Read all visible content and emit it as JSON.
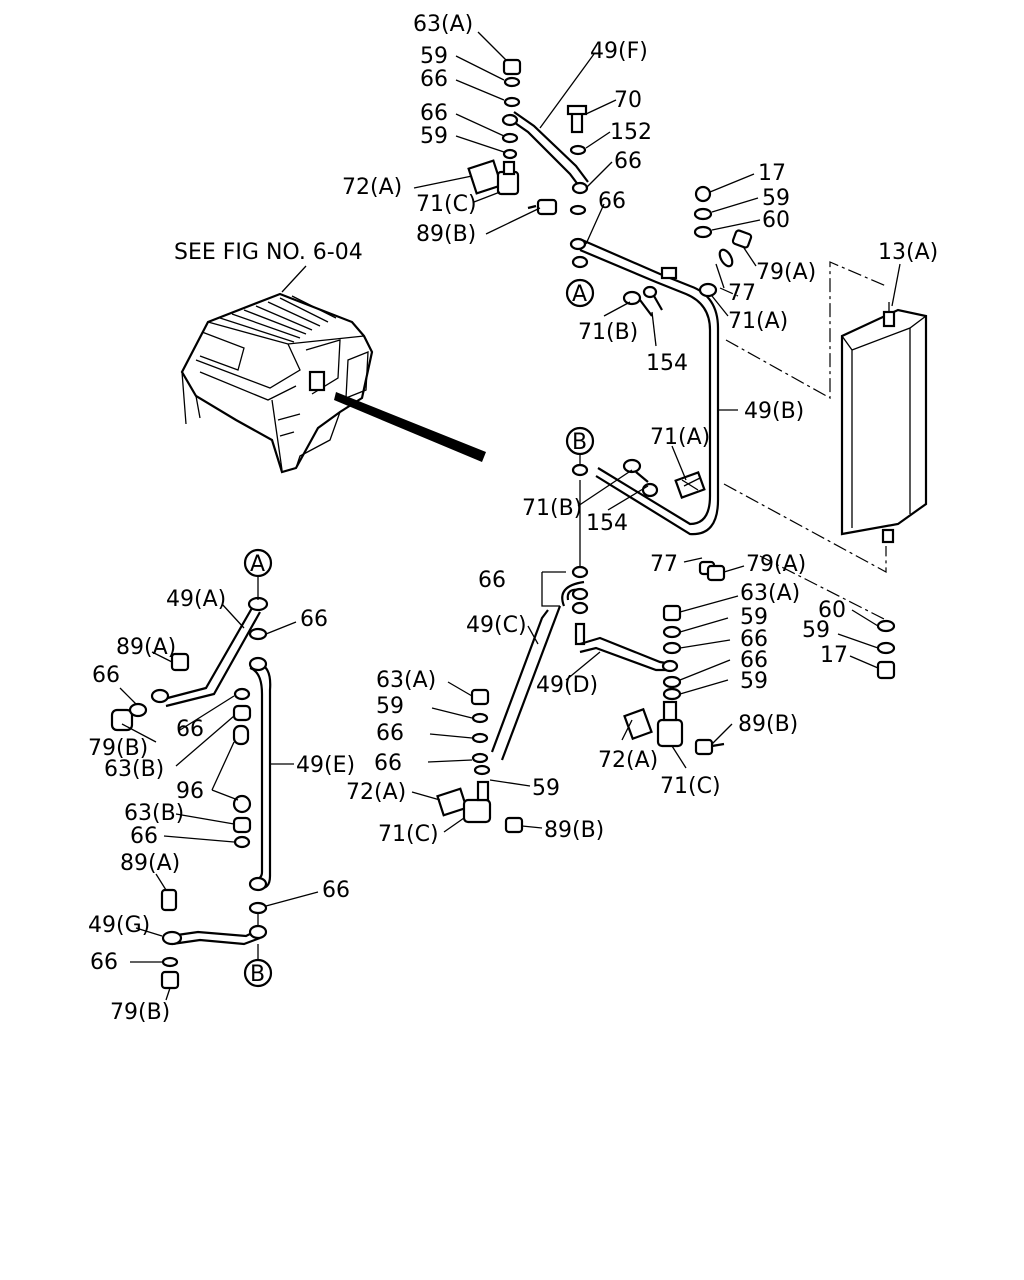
{
  "reference_note": "SEE FIG NO. 6-04",
  "circle_refs": {
    "a": "A",
    "b": "B"
  },
  "labels": {
    "p63a_1": "63(A)",
    "p59_1": "59",
    "p66_1": "66",
    "p66_2": "66",
    "p59_2": "59",
    "p72a_1": "72(A)",
    "p71c_1": "71(C)",
    "p89b_1": "89(B)",
    "p49f": "49(F)",
    "p70": "70",
    "p152": "152",
    "p66_3": "66",
    "p66_4": "66",
    "p17_1": "17",
    "p59_3": "59",
    "p60_1": "60",
    "p79a_1": "79(A)",
    "p77_1": "77",
    "p71a_1": "71(A)",
    "p71b_1": "71(B)",
    "p154_1": "154",
    "p13a": "13(A)",
    "p49b": "49(B)",
    "p71a_2": "71(A)",
    "p71b_2": "71(B)",
    "p154_2": "154",
    "p77_2": "77",
    "p79a_2": "79(A)",
    "p60_2": "60",
    "p59_4": "59",
    "p17_2": "17",
    "p63a_2": "63(A)",
    "p59_5": "59",
    "p66_5": "66",
    "p66_6": "66",
    "p59_6": "59",
    "p89b_2": "89(B)",
    "p72a_2": "72(A)",
    "p71c_2": "71(C)",
    "p66_7": "66",
    "p49c": "49(C)",
    "p49d": "49(D)",
    "p63a_3": "63(A)",
    "p59_7": "59",
    "p66_8": "66",
    "p66_9": "66",
    "p72a_3": "72(A)",
    "p59_8": "59",
    "p71c_3": "71(C)",
    "p89b_3": "89(B)",
    "p49a": "49(A)",
    "p66_10": "66",
    "p89a_1": "89(A)",
    "p66_11": "66",
    "p66_12": "66",
    "p79b_1": "79(B)",
    "p63b_1": "63(B)",
    "p49e": "49(E)",
    "p96": "96",
    "p63b_2": "63(B)",
    "p66_13": "66",
    "p89a_2": "89(A)",
    "p66_14": "66",
    "p49g": "49(G)",
    "p66_15": "66",
    "p79b_2": "79(B)"
  }
}
